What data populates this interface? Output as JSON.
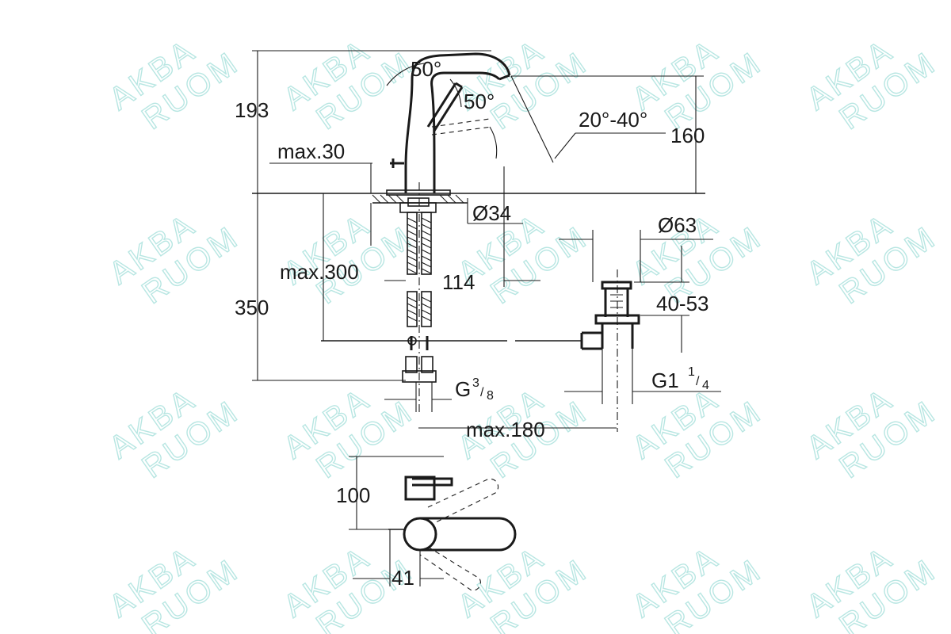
{
  "watermark": {
    "line1": "AKBA",
    "line2": "RUOM"
  },
  "dimensions": {
    "height_total": "193",
    "angle_top": "50°",
    "angle_lever": "50°",
    "spout_angle": "20°-40°",
    "spout_height": "160",
    "max_deck": "max.30",
    "hole_diameter": "Ø34",
    "drain_diameter": "Ø63",
    "max_hose": "max.300",
    "spout_reach": "114",
    "below_height": "350",
    "drain_range": "40-53",
    "supply_thread": "G",
    "supply_thread_num": "3",
    "supply_thread_den": "8",
    "drain_thread": "G1",
    "drain_thread_num": "1",
    "drain_thread_den": "4",
    "max_drain_dist": "max.180",
    "top_view_depth": "100",
    "top_view_offset": "41"
  }
}
